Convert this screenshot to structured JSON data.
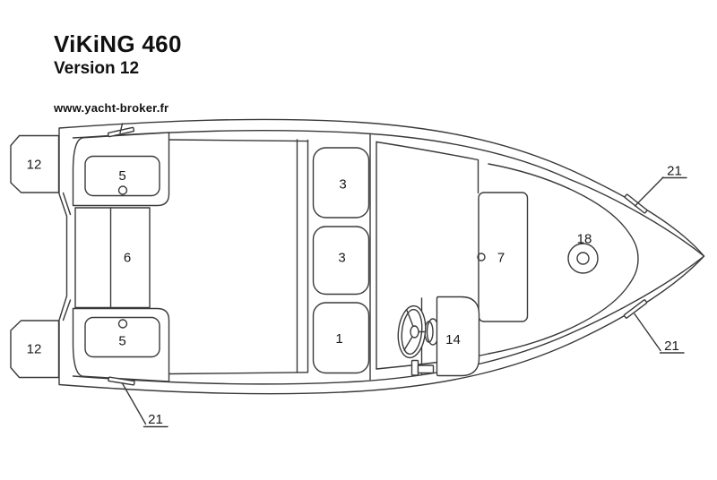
{
  "header": {
    "title": "ViKiNG 460",
    "subtitle": "Version 12",
    "website": "www.yacht-broker.fr"
  },
  "diagram": {
    "type": "boat-deck-plan-top-view",
    "colors": {
      "line": "#3a3a3a",
      "background": "#ffffff",
      "text": "#1a1a1a"
    },
    "labels": {
      "pontoon_top": "12",
      "pontoon_bottom": "12",
      "stern_cushion_top": "5",
      "stern_cushion_bottom": "5",
      "engine_well_box": "6",
      "seat_forward": "3",
      "seat_middle": "3",
      "seat_aft": "1",
      "helm_console": "14",
      "bow_seat": "7",
      "bow_light": "18",
      "cleat_stern": "21",
      "cleat_bow_top": "21",
      "cleat_bow_bottom": "21"
    }
  }
}
